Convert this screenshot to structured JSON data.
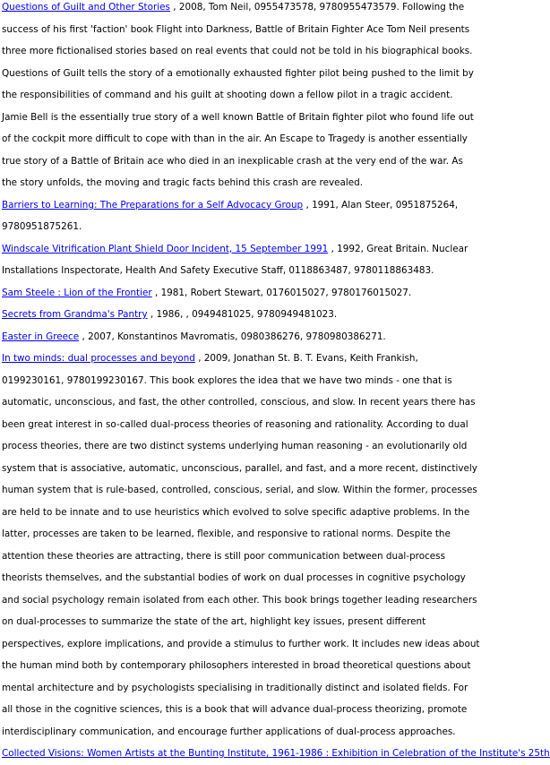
{
  "entries": [
    {
      "title": "Questions of Guilt and Other Stories",
      "meta": ", 2008, Tom Neil, 0955473578, 9780955473579.",
      "description": "Following the success of his first 'faction' book Flight into Darkness, Battle of Britain Fighter Ace Tom Neil presents three more fictionalised stories based on real events that could not be told in his biographical books. Questions of Guilt tells the story of a emotionally exhausted fighter pilot being pushed to the limit by the responsibilities of command and his guilt at shooting down a fellow pilot in a tragic accident. Jamie Bell is the essentially true story of a well known Battle of Britain fighter pilot who found life out of the cockpit more difficult to cope with than in the air. An Escape to Tragedy is another essentially true story of a Battle of Britain ace who died in an inexplicable crash at the very end of the war. As the story unfolds, the moving and tragic facts behind this crash are revealed."
    },
    {
      "title": "Barriers to Learning: The Preparations for a Self Advocacy Group",
      "meta": ", 1991, Alan Steer, 0951875264, 9780951875261.",
      "description": ""
    },
    {
      "title": "Windscale Vitrification Plant Shield Door Incident, 15 September 1991",
      "meta": ", 1992, Great Britain. Nuclear Installations Inspectorate, Health And Safety Executive Staff, 0118863487, 9780118863483.",
      "description": ""
    },
    {
      "title": "Sam Steele : Lion of the Frontier",
      "meta": ", 1981, Robert Stewart, 0176015027, 9780176015027.",
      "description": ""
    },
    {
      "title": "Secrets from Grandma's Pantry",
      "meta": ", 1986, , 0949481025, 9780949481023.",
      "description": ""
    },
    {
      "title": "Easter in Greece",
      "meta": ", 2007, Konstantinos Mavromatis, 0980386276, 9780980386271.",
      "description": ""
    },
    {
      "title": "In two minds: dual processes and beyond",
      "meta": ", 2009, Jonathan St. B. T. Evans, Keith Frankish, 0199230161, 9780199230167.",
      "description": "This book explores the idea that we have two minds - one that is automatic, unconscious, and fast, the other controlled, conscious, and slow. In recent years there has been great interest in so-called dual-process theories of reasoning and rationality. According to dual process theories, there are two distinct systems underlying human reasoning - an evolutionarily old system that is associative, automatic, unconscious, parallel, and fast, and a more recent, distinctively human system that is rule-based, controlled, conscious, serial, and slow. Within the former, processes are held to be innate and to use heuristics which evolved to solve specific adaptive problems. In the latter, processes are taken to be learned, flexible, and responsive to rational norms. Despite the attention these theories are attracting, there is still poor communication between dual-process theorists themselves, and the substantial bodies of work on dual processes in cognitive psychology and social psychology remain isolated from each other. This book brings together leading researchers on dual-processes to summarize the state of the art, highlight key issues, present different perspectives, explore implications, and provide a stimulus to further work. It includes new ideas about the human mind both by contemporary philosophers interested in broad theoretical questions about mental architecture and by psychologists specialising in traditionally distinct and isolated fields. For all those in the cognitive sciences, this is a book that will advance dual-process theorizing, promote interdisciplinary communication, and encourage further applications of dual-process approaches."
    },
    {
      "title": "Collected Visions: Women Artists at the Bunting Institute, 1961-1986 : Exhibition in Celebration of the Institute's 25th",
      "meta": "",
      "description": ""
    }
  ]
}
